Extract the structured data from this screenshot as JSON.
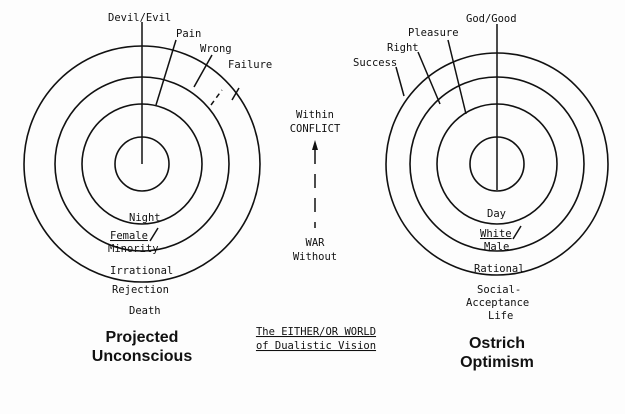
{
  "left_diagram": {
    "spoke_labels": [
      "Devil/Evil",
      "Pain",
      "Wrong",
      "Failure"
    ],
    "ring_labels": [
      "Night",
      "Female",
      "Minority",
      "Irrational",
      "Rejection",
      "Death"
    ],
    "caption_line1": "Projected",
    "caption_line2": "Unconscious"
  },
  "right_diagram": {
    "spoke_labels": [
      "God/Good",
      "Pleasure",
      "Right",
      "Success"
    ],
    "ring_labels": [
      "Day",
      "White",
      "Male",
      "Rational",
      "Social-",
      "Acceptance",
      "Life"
    ],
    "caption_line1": "Ostrich",
    "caption_line2": "Optimism"
  },
  "center": {
    "top_line1": "Within",
    "top_line2": "CONFLICT",
    "bottom_line1": "WAR",
    "bottom_line2": "Without",
    "title_line1": "The EITHER/OR WORLD",
    "title_line2": "of Dualistic Vision"
  }
}
